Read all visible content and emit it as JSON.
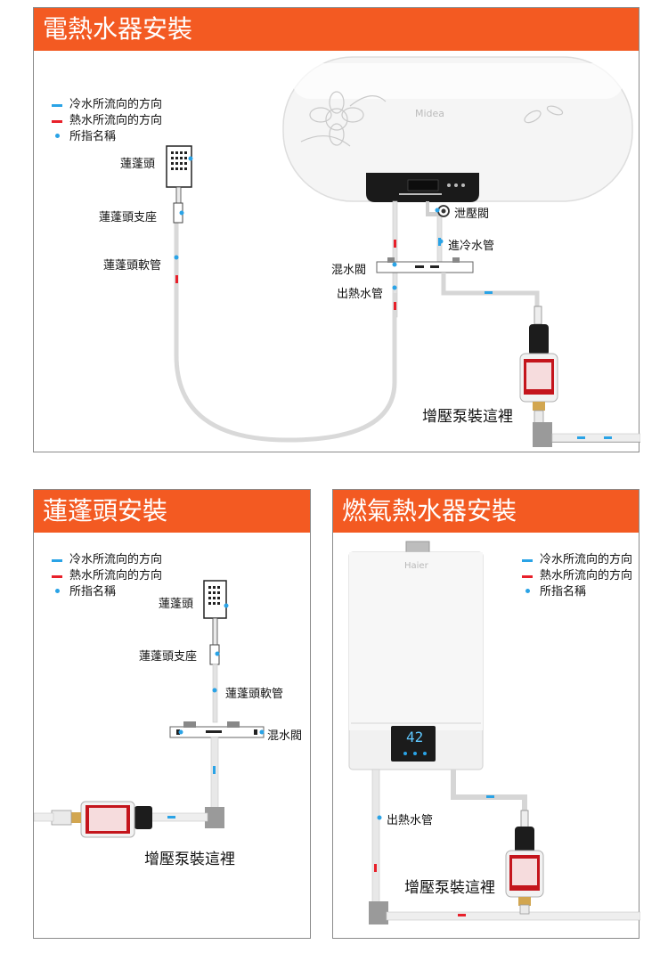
{
  "colors": {
    "accent": "#f35a22",
    "cold": "#2aa3e6",
    "hot": "#e8202a",
    "pipe": "#d4d4d4",
    "tank": "#f4f4f4"
  },
  "icons": [
    "shower-head-icon",
    "pressure-valve-icon",
    "booster-pump-icon",
    "flower-icon"
  ],
  "legend": {
    "cold": "冷水所流向的方向",
    "hot": "熱水所流向的方向",
    "name": "所指名稱"
  },
  "panel_electric": {
    "title": "電熱水器安裝",
    "brand": "Midea",
    "labels": {
      "shower_head": "蓮蓬頭",
      "holder": "蓮蓬頭支座",
      "hose": "蓮蓬頭軟管",
      "relief_valve": "泄壓閥",
      "cold_inlet": "進冷水管",
      "mixing_valve": "混水閥",
      "hot_outlet": "出熱水管",
      "pump_here": "增壓泵裝這裡"
    }
  },
  "panel_shower": {
    "title": "蓮蓬頭安裝",
    "labels": {
      "shower_head": "蓮蓬頭",
      "holder": "蓮蓬頭支座",
      "hose": "蓮蓬頭軟管",
      "mixing_valve": "混水閥",
      "pump_here": "增壓泵裝這裡"
    }
  },
  "panel_gas": {
    "title": "燃氣熱水器安裝",
    "brand": "Haier",
    "display": "42",
    "labels": {
      "hot_outlet": "出熱水管",
      "pump_here": "增壓泵裝這裡"
    }
  }
}
